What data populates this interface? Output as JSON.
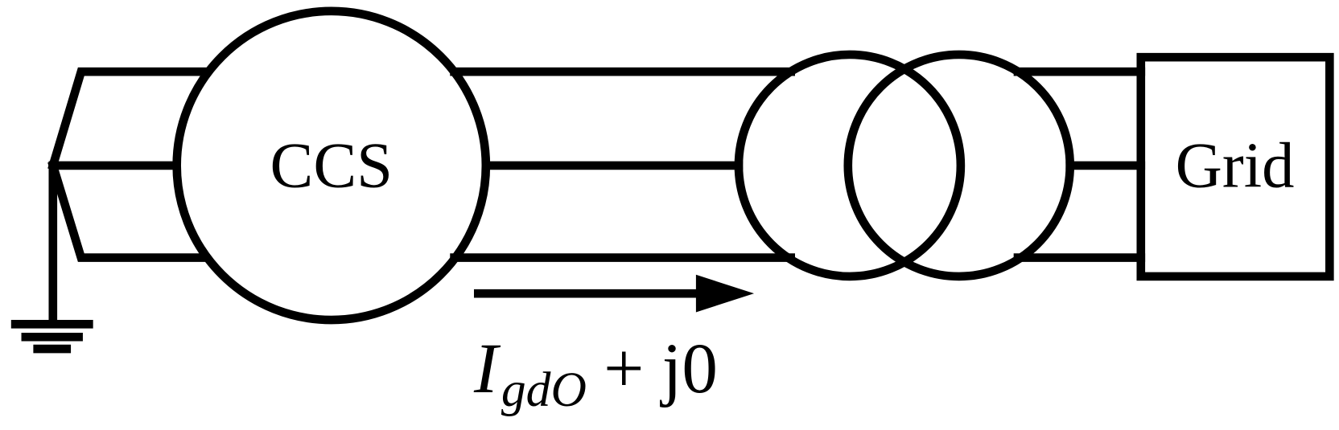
{
  "diagram": {
    "source_label": "CCS",
    "grid_label": "Grid",
    "current_label": {
      "symbol": "I",
      "subscript": "gdO",
      "suffix": "+ j0"
    }
  }
}
